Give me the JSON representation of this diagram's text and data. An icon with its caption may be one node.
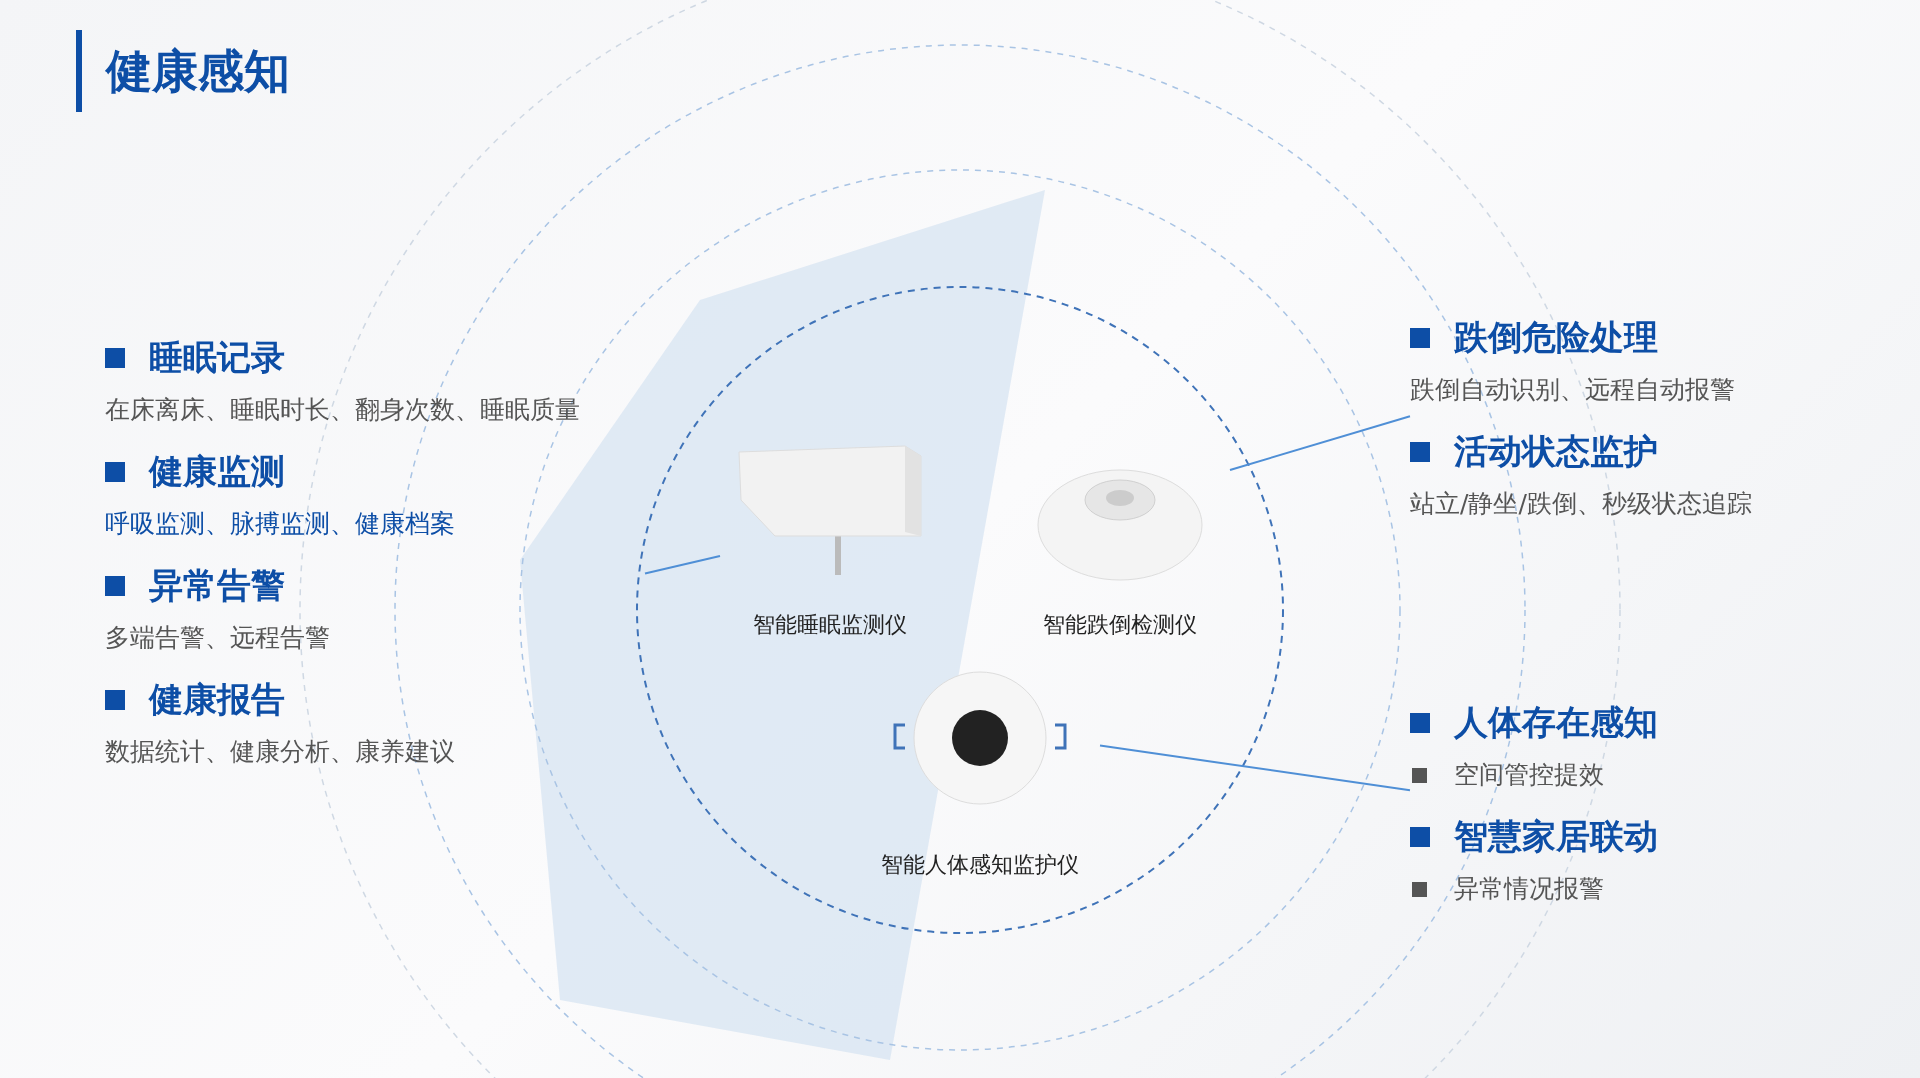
{
  "diagram": {
    "title": "健康感知",
    "nodes": [
      {
        "text": [
          "睡眠记录",
          "在床离床、睡眠时长、翻身次数、睡眠质量",
          "健康监测",
          "呼吸监测、脉搏监测、健康档案",
          "异常告警",
          "多端告警、远程告警",
          "健康报告",
          "数据统计、健康分析、康养建议"
        ]
      },
      {
        "text": [
          "智能睡眠监测仪"
        ]
      },
      {
        "text": [
          "智能跌倒检测仪"
        ]
      },
      {
        "text": [
          "智能人体感知监护仪"
        ]
      },
      {
        "text": [
          "跌倒危险处理",
          "跌倒自动识别、远程自动报警",
          "活动状态监护",
          "站立/静坐/跌倒、秒级状态追踪"
        ]
      },
      {
        "text": [
          "人体存在感知",
          "空间管控提效",
          "智慧家居联动",
          "异常情况报警"
        ]
      }
    ],
    "edges": [
      {
        "from": 0,
        "to": 1,
        "arrow": "none"
      },
      {
        "from": 2,
        "to": 4,
        "arrow": "none"
      },
      {
        "from": 3,
        "to": 5,
        "arrow": "none"
      }
    ]
  }
}
